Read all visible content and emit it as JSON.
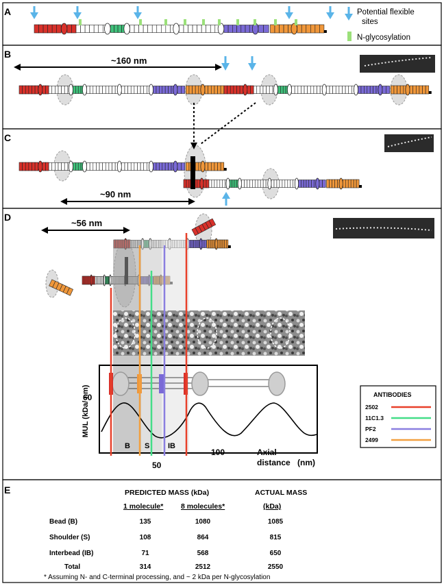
{
  "panels": {
    "A": {
      "letter": "A",
      "legend_flexible": [
        "Potential flexible",
        "sites"
      ],
      "legend_glyco": "N-glycosylation"
    },
    "B": {
      "letter": "B",
      "measure": "~160 nm"
    },
    "C": {
      "letter": "C",
      "measure": "~90 nm"
    },
    "D": {
      "letter": "D",
      "measure": "~56 nm",
      "ylabel": "MUL (kDa/ nm)",
      "ytick": "60",
      "xticks": [
        "50",
        "100"
      ],
      "xlabel": [
        "Axial",
        "distance",
        "(nm)"
      ],
      "regions": [
        "B",
        "S",
        "IB"
      ],
      "antibodies_title": "ANTIBODIES",
      "antibodies": [
        {
          "name": "2502",
          "color": "#e8402a"
        },
        {
          "name": "11C1.3",
          "color": "#44dd88"
        },
        {
          "name": "PF2",
          "color": "#8a7fe0"
        },
        {
          "name": "2499",
          "color": "#f2a040"
        }
      ]
    },
    "E": {
      "letter": "E",
      "headers": {
        "predicted": "PREDICTED MASS (kDa)",
        "actual": "ACTUAL MASS",
        "one": "1 molecule*",
        "eight": "8 molecules*",
        "kda": "(kDa)"
      },
      "rows": [
        {
          "label": "Bead (B)",
          "one": "135",
          "eight": "1080",
          "actual": "1085"
        },
        {
          "label": "Shoulder (S)",
          "one": "108",
          "eight": "864",
          "actual": "815"
        },
        {
          "label": "Interbead (IB)",
          "one": "71",
          "eight": "568",
          "actual": "650"
        },
        {
          "label": "Total",
          "one": "314",
          "eight": "2512",
          "actual": "2550"
        }
      ],
      "footnote": "* Assuming N- and C-terminal processing,  and ~ 2 kDa per N-glycosylation"
    }
  },
  "colors": {
    "red": "#d8312a",
    "green": "#3fc07a",
    "purple": "#7a6ad6",
    "orange": "#f0973a",
    "blue": "#5ab4e8",
    "glyco": "#9be07a"
  }
}
